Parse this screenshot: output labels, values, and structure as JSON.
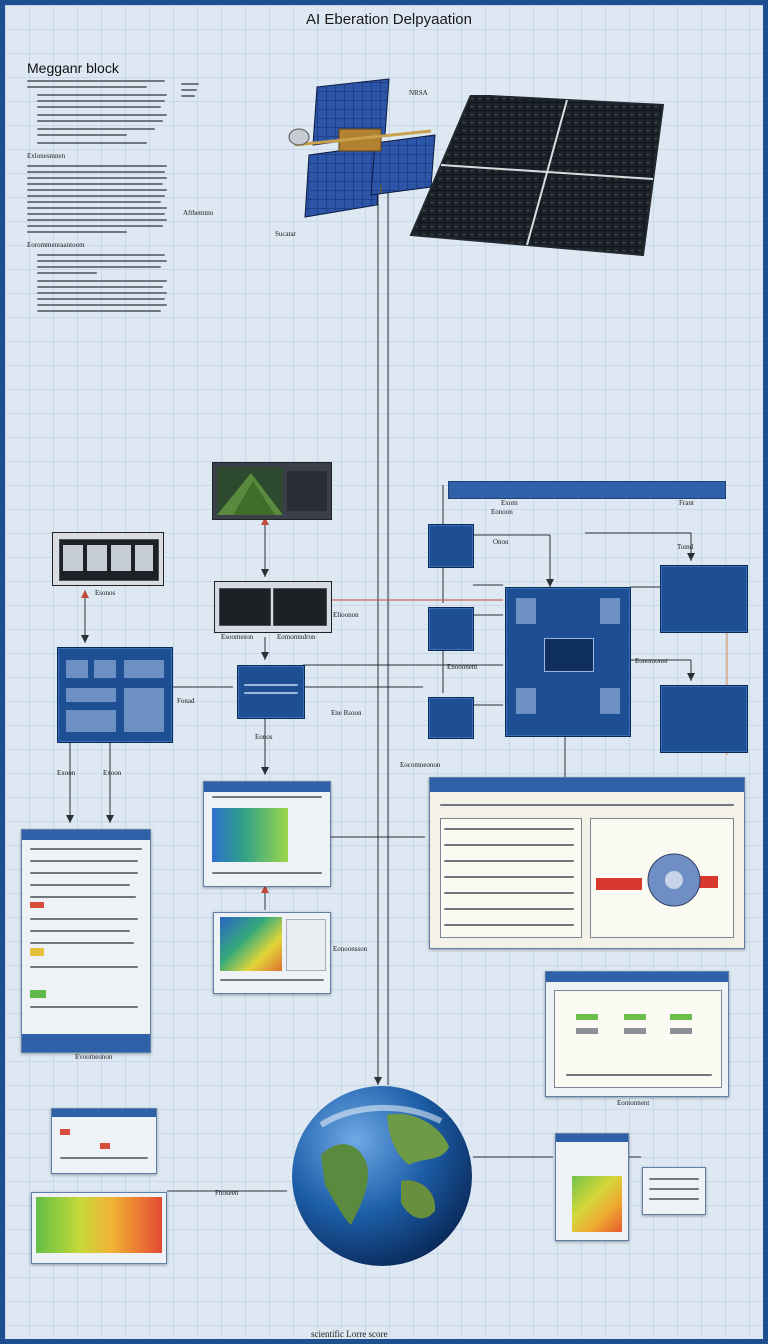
{
  "header": {
    "title": "AI Eberation Delpyaation",
    "footer": "scientific Lorre score"
  },
  "left_text": {
    "heading": "Megganr block",
    "section1": "Exlonesmnen",
    "section2": "Eorommenraantoom"
  },
  "labels": {
    "nrsa": "NRSA",
    "afthemmo": "Afthemmo",
    "sucatar": "Sucatar",
    "l1": "Exoon",
    "l2": "Exoon",
    "l3": "Tomd",
    "l4": "Fonad",
    "l5": "Exom",
    "l6": "Eonoon",
    "l7": "Onon",
    "l8": "Frant",
    "l9": "Esonos",
    "l10": "Esoomeson",
    "l11": "Eomomndron",
    "l12": "Elioonon",
    "l13": "Eonos",
    "l14": "Eonoonsson",
    "l15": "Ene Rsoon",
    "l16": "Eocomneonon",
    "l17": "Eontonnent",
    "l18": "Evoomeonon",
    "l19": "Eonomonnt",
    "l20": "Enooonent",
    "l21": "Fnoseen"
  },
  "colors": {
    "border": "#1e4f8f",
    "node": "#1f4f93",
    "line": "#2b2f36",
    "earth": "#1d5ea8"
  }
}
